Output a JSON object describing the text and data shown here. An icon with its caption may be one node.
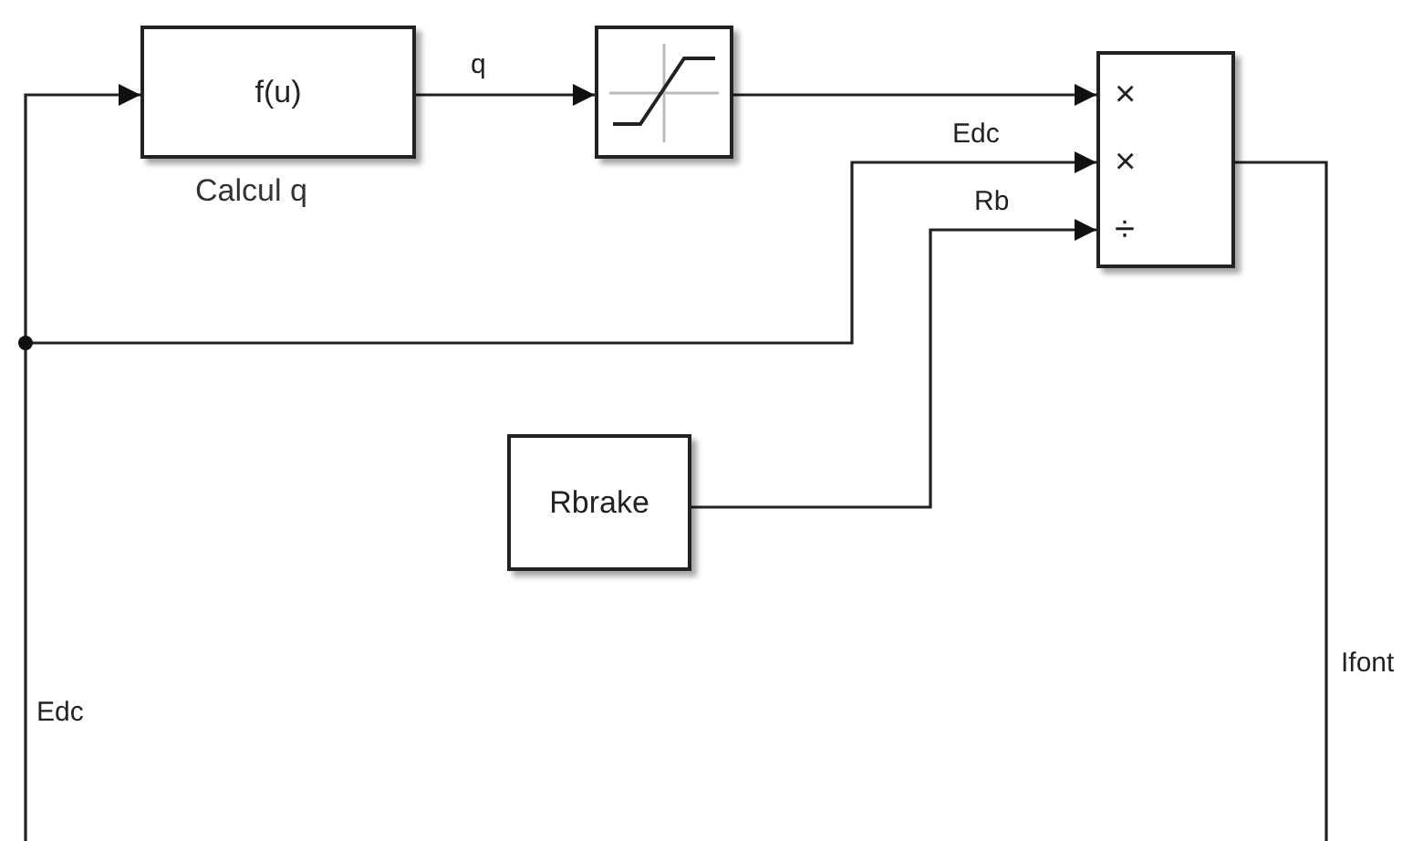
{
  "diagram": {
    "nodes": [
      {
        "text": [
          "f(u)"
        ],
        "beside": [
          "Calcul q"
        ]
      },
      {
        "text": [],
        "shape": "picture"
      },
      {
        "text": [
          "×",
          "×",
          "÷"
        ]
      },
      {
        "text": [
          "Rbrake"
        ]
      }
    ],
    "edges": [
      {
        "from": null,
        "to": 0,
        "arrow": "to",
        "label": "Edc"
      },
      {
        "from": null,
        "to": 2,
        "arrow": "to",
        "label": "Edc"
      },
      {
        "from": 0,
        "to": 1,
        "arrow": "to",
        "label": "q"
      },
      {
        "from": 1,
        "to": 2,
        "arrow": "to"
      },
      {
        "from": 3,
        "to": 2,
        "arrow": "to",
        "label": "Rb"
      },
      {
        "from": 2,
        "to": null,
        "arrow": "none",
        "label": "Ifont"
      }
    ]
  }
}
